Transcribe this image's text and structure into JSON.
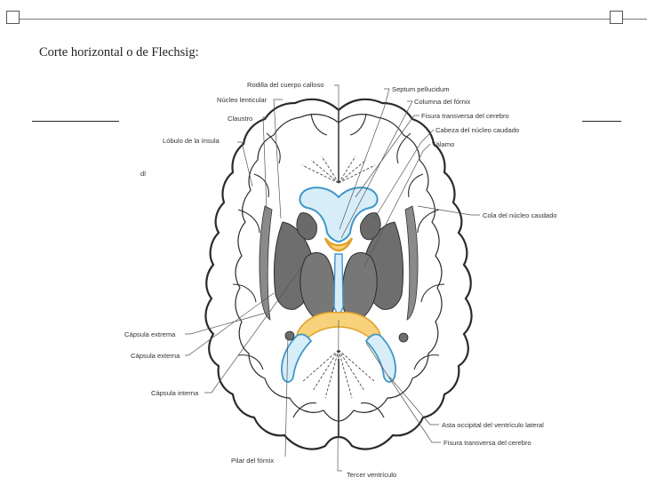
{
  "slide": {
    "title": "Corte horizontal o de  Flechsig:"
  },
  "colors": {
    "outline": "#2a2a2a",
    "gray_matter": "#707070",
    "ventricle_fill": "#d7eef9",
    "ventricle_stroke": "#3f97c9",
    "fornix_fill": "#f8d27a",
    "fornix_stroke": "#e0a12c",
    "leader": "#555555"
  },
  "diagram": {
    "labels_top": {
      "rodilla": "Rodilla del cuerpo calloso",
      "nucleo_lenticular": "Núcleo lenticular",
      "claustro": "Claustro",
      "lobulo_insula": "Lóbulo de la ínsula"
    },
    "labels_right": {
      "septum": "Septum pellucidum",
      "columna_fornix": "Columna del fórnix",
      "fisura_transversa_1": "Fisura transversa del cerebro",
      "cabeza_nucleo_caudado": "Cabeza del núcleo caudado",
      "talamo": "Tálamo",
      "cola_nucleo_caudado": "Cola del núcleo caudado",
      "asta_occipital": "Asta occipital del ventrículo lateral",
      "fisura_transversa_2": "Fisura transversa del cerebro"
    },
    "labels_left": {
      "capsula_extrema": "Cápsula extrema",
      "capsula_externa": "Cápsula externa",
      "capsula_interna": "Cápsula interna"
    },
    "labels_bottom": {
      "pilar_fornix": "Pilar del fórnix",
      "tercer_ventriculo": "Tercer ventrículo"
    }
  }
}
